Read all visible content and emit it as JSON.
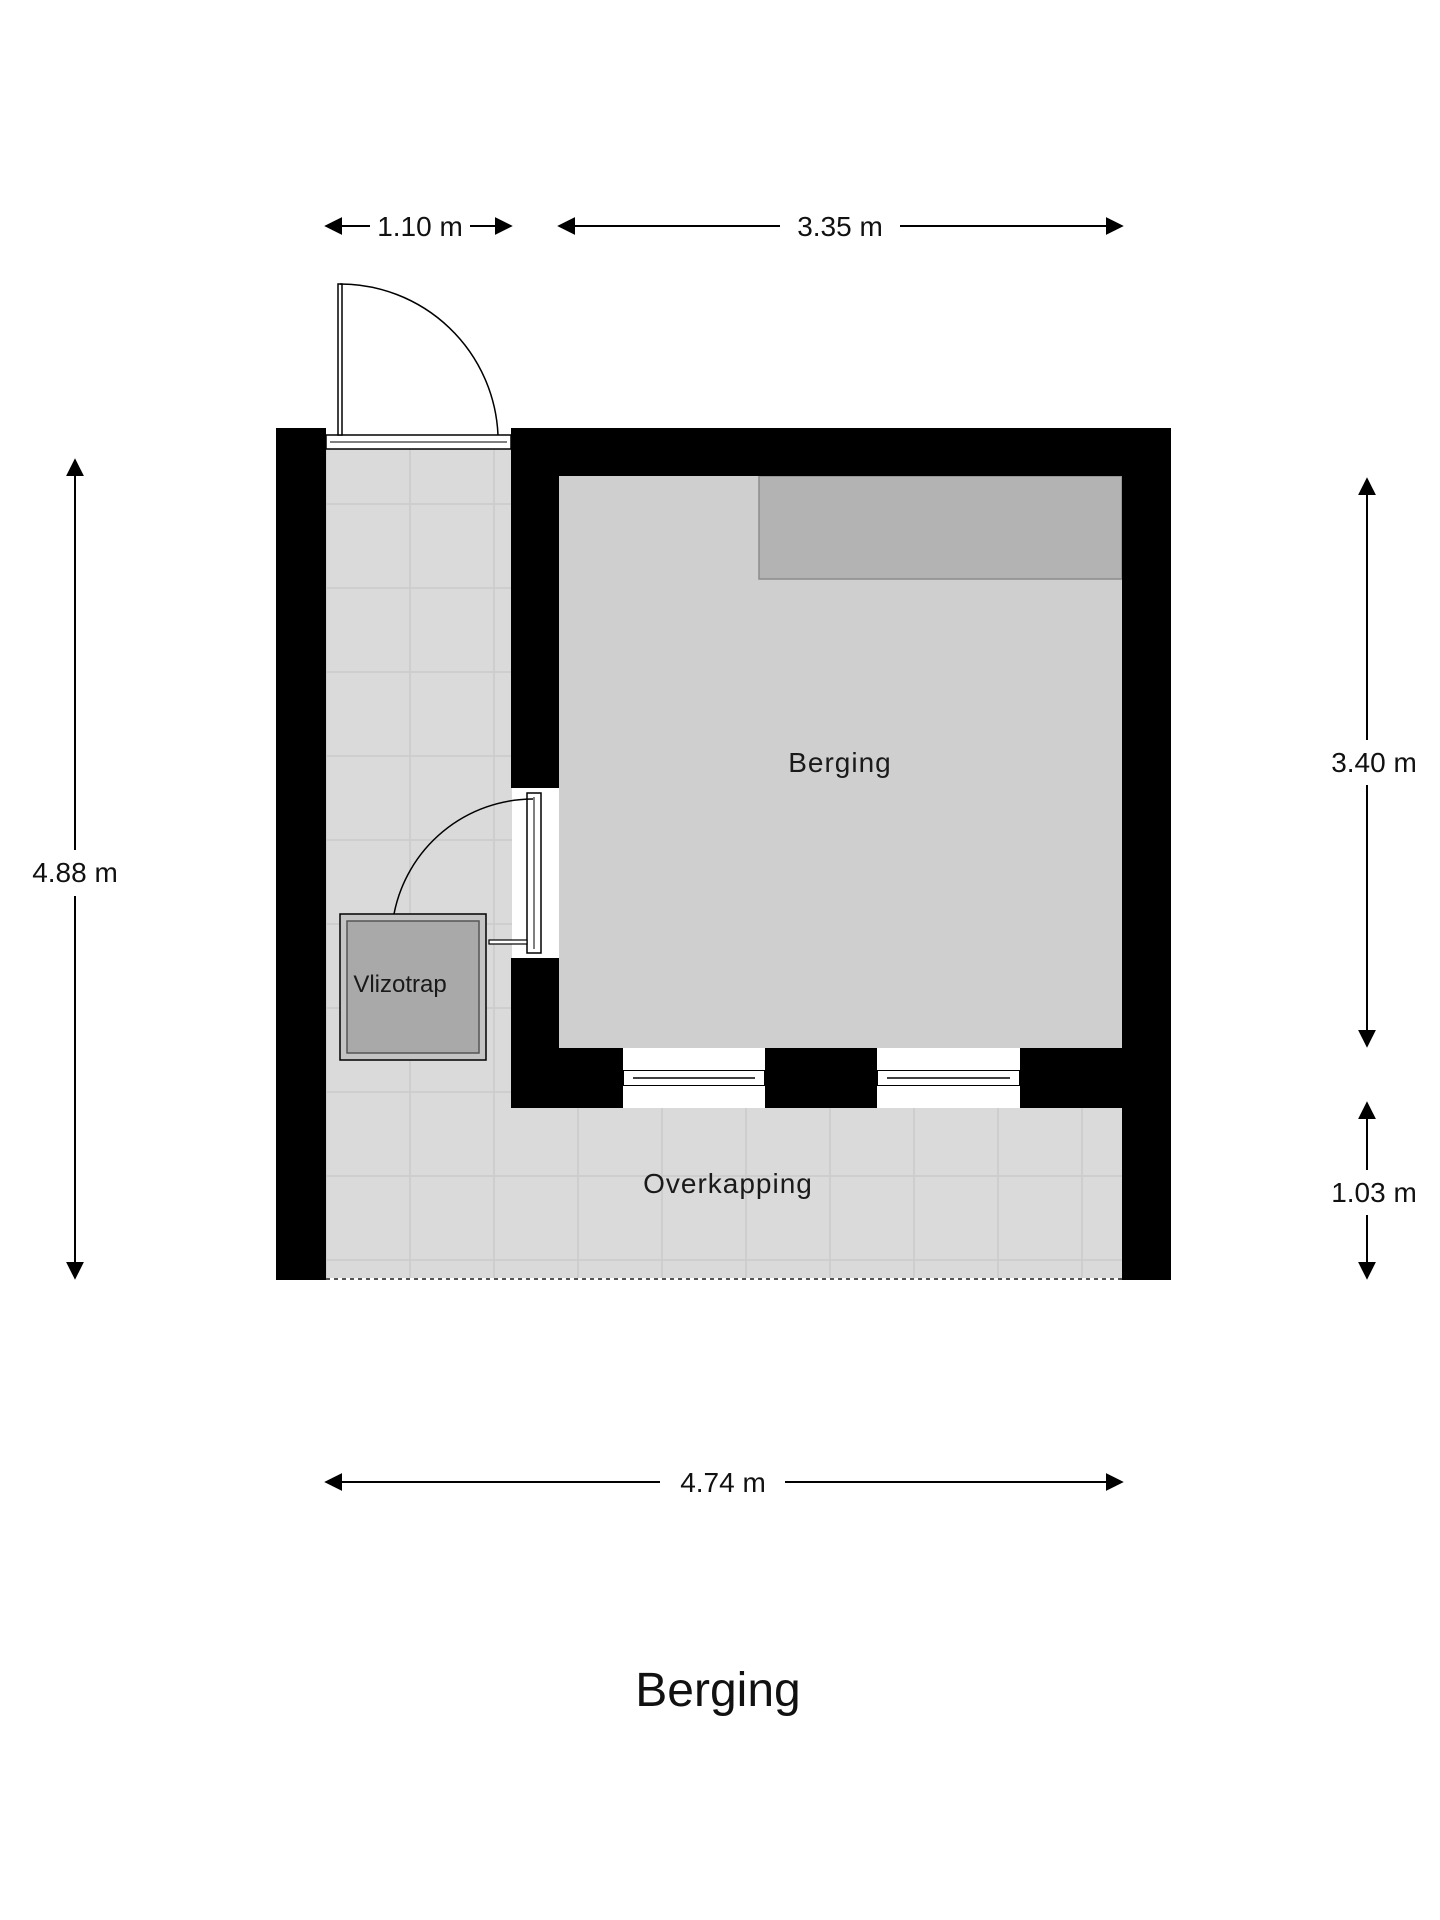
{
  "floorplan": {
    "title": "Berging",
    "rooms": {
      "berging": "Berging",
      "overkapping": "Overkapping",
      "vlizotrap": "Vlizotrap"
    },
    "dimensions": {
      "top_left": "1.10 m",
      "top_right": "3.35 m",
      "left": "4.88 m",
      "right_upper": "3.40 m",
      "right_lower": "1.03 m",
      "bottom": "4.74 m"
    },
    "colors": {
      "wall": "#000000",
      "floor_room": "#cfcfcf",
      "floor_tiles": "#d9d9d9",
      "counter": "#b3b3b3",
      "stair_hatch": "#a9a9a9"
    }
  }
}
